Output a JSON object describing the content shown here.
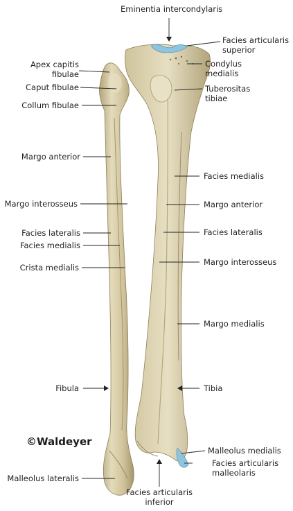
{
  "title": "Eminentia intercondylaris",
  "watermark": "©Waldeyer",
  "colors": {
    "bone": "#d3c69f",
    "bone_shadow": "#a89b72",
    "bone_highlight": "#ebe2c4",
    "cartilage": "#8fc4de",
    "leader": "#222222"
  },
  "bones": {
    "left": "Fibula",
    "right": "Tibia"
  },
  "labels": {
    "apex_capitis_fibulae": [
      "Apex capitis",
      "fibulae"
    ],
    "caput_fibulae": "Caput fibulae",
    "collum_fibulae": "Collum fibulae",
    "margo_anterior_fibula": "Margo anterior",
    "margo_interosseus_fibula": "Margo interosseus",
    "facies_lateralis_fibula": "Facies lateralis",
    "facies_medialis_fibula": "Facies medialis",
    "crista_medialis": "Crista medialis",
    "fibula": "Fibula",
    "malleolus_lateralis": "Malleolus lateralis",
    "facies_articularis_superior": [
      "Facies articularis",
      "superior"
    ],
    "condylus_medialis": [
      "Condylus",
      "medialis"
    ],
    "tuberositas_tibiae": [
      "Tuberositas",
      "tibiae"
    ],
    "facies_medialis_tibia": "Facies medialis",
    "margo_anterior_tibia": "Margo anterior",
    "facies_lateralis_tibia": "Facies lateralis",
    "margo_interosseus_tibia": "Margo interosseus",
    "margo_medialis": "Margo medialis",
    "tibia": "Tibia",
    "malleolus_medialis": "Malleolus medialis",
    "facies_articularis_malleolaris": [
      "Facies articularis",
      "malleolaris"
    ],
    "facies_articularis_inferior": [
      "Facies articularis",
      "inferior"
    ]
  }
}
